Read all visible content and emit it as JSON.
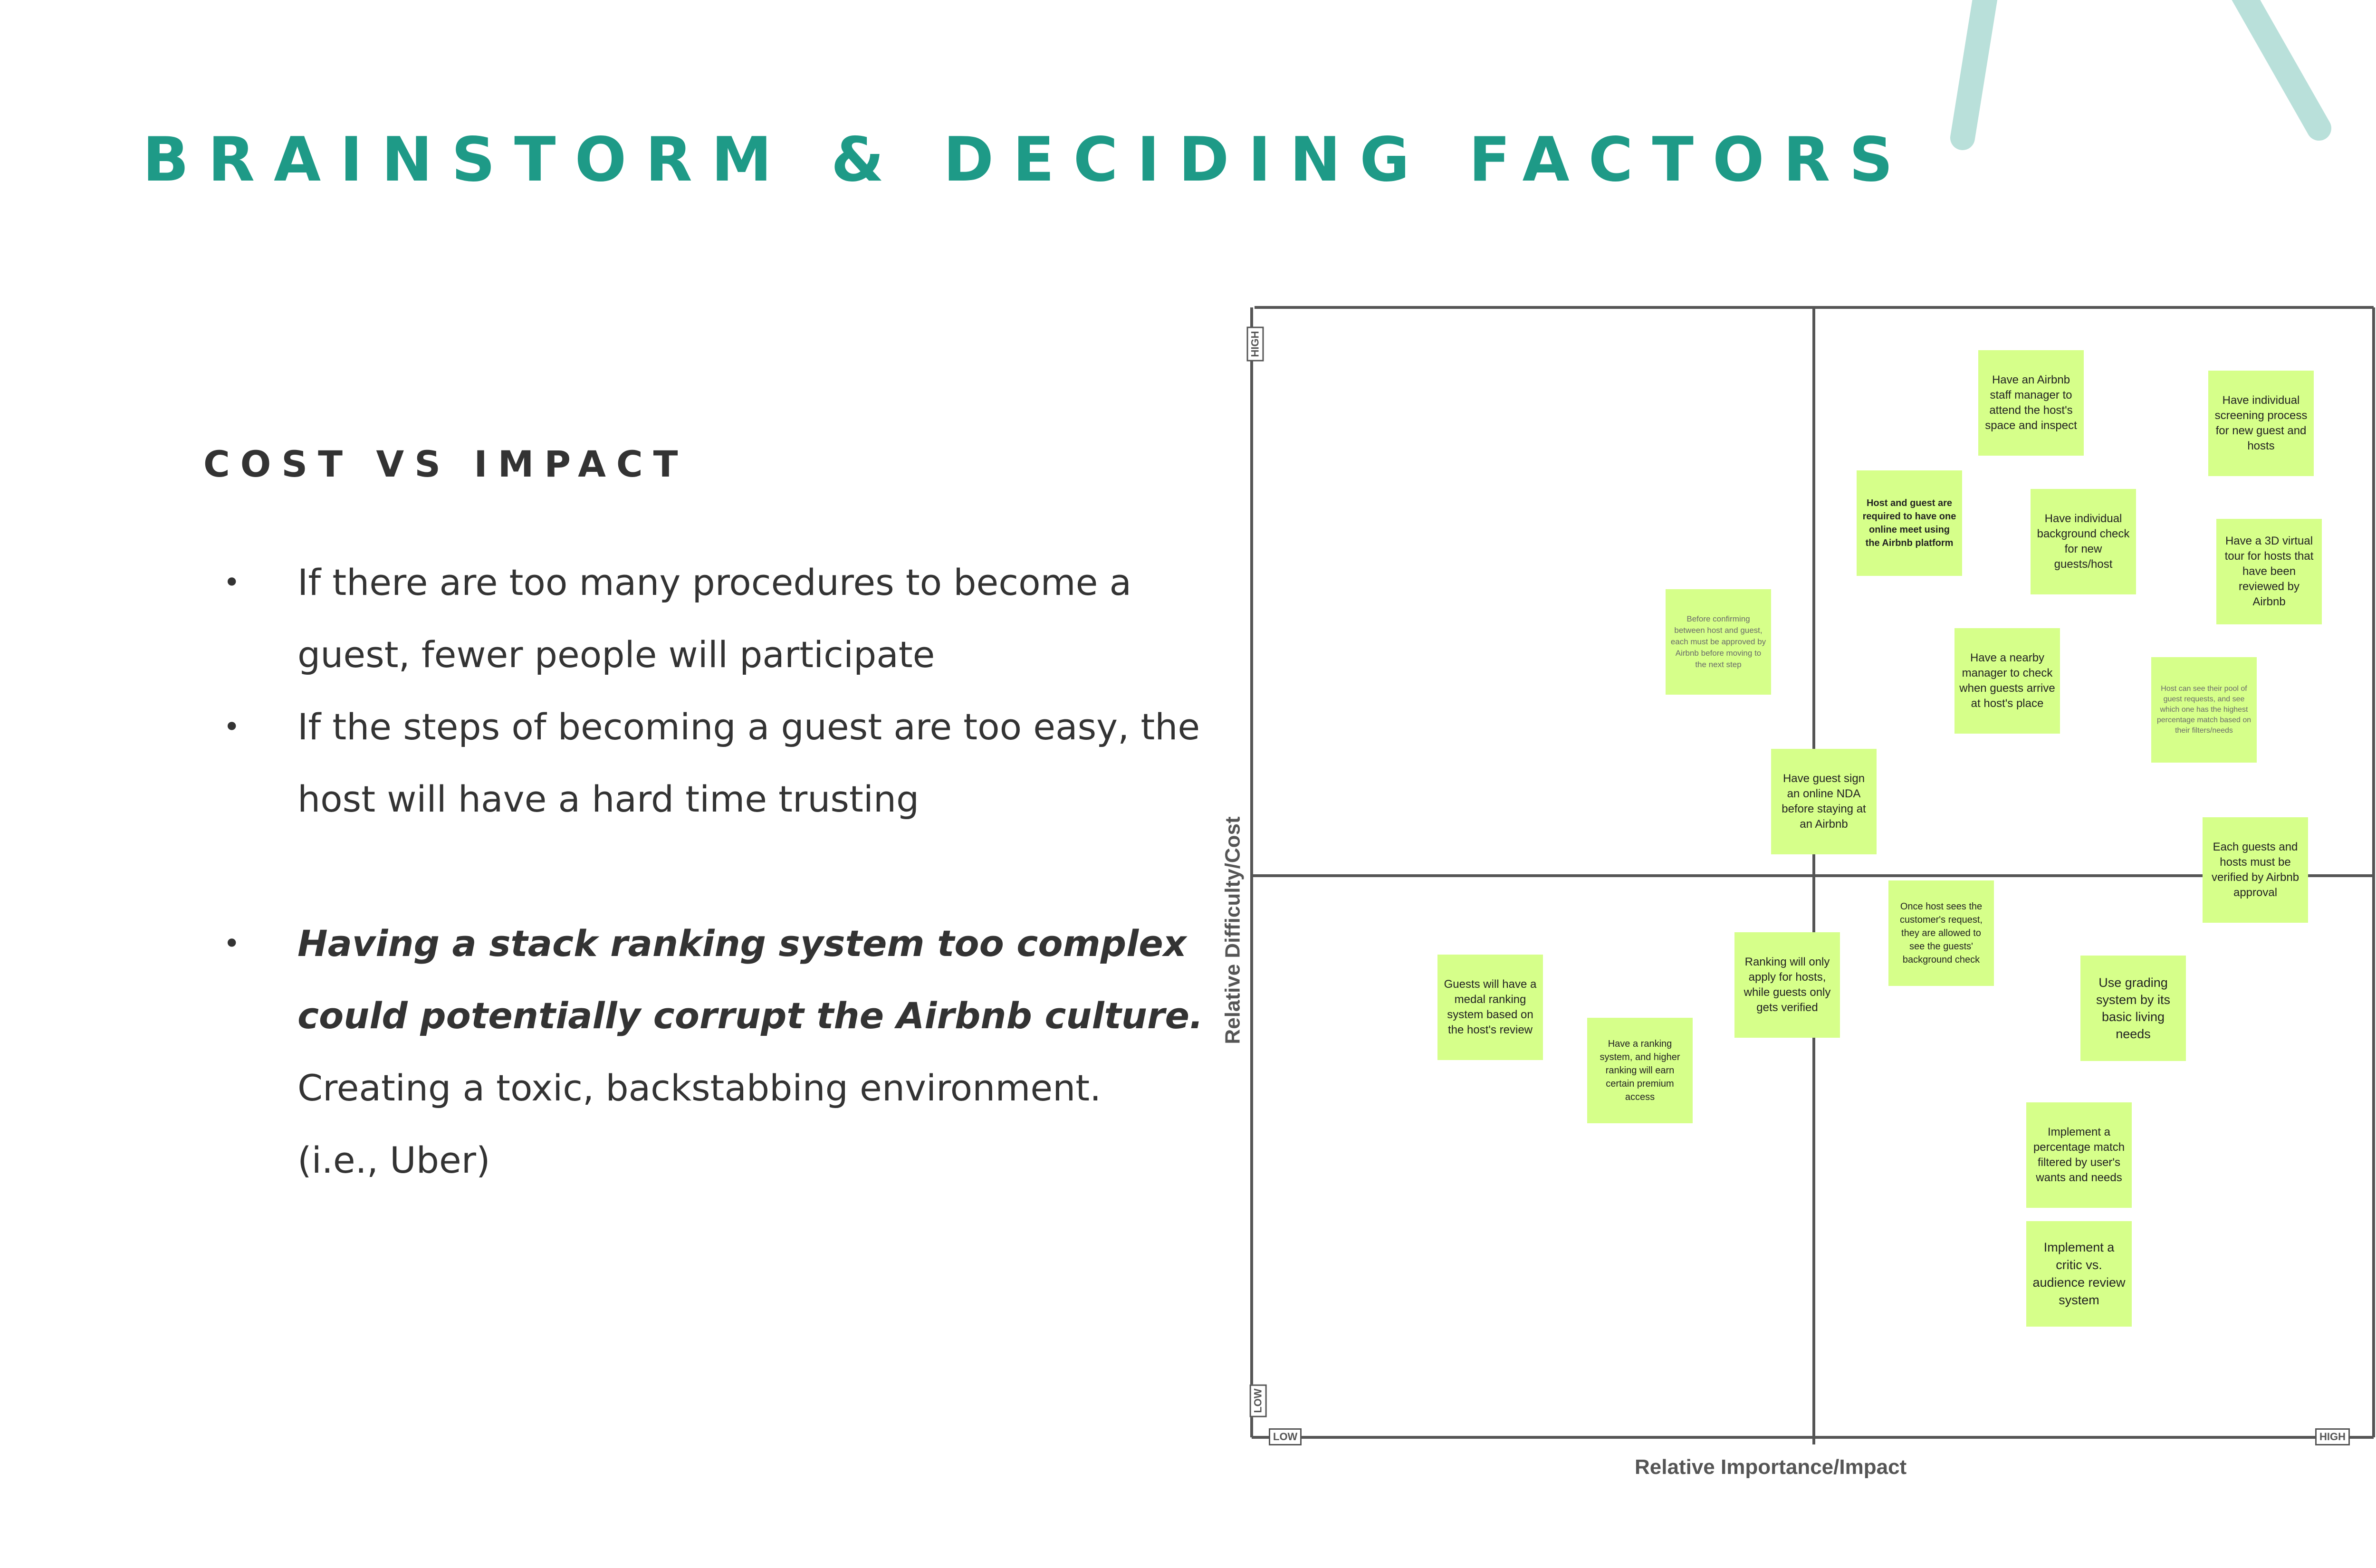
{
  "title": "BRAINSTORM & DECIDING FACTORS",
  "section_heading": "COST VS IMPACT",
  "bullets": [
    {
      "lines": [
        "If there are too many procedures to become a",
        "guest, fewer people will participate"
      ]
    },
    {
      "lines": [
        "If the steps of becoming a guest are too easy, the",
        "host will have a hard time trusting"
      ]
    }
  ],
  "emphasis_bullet": {
    "emphasis_lines": [
      "Having a stack ranking system too complex",
      "could potentially corrupt the Airbnb culture."
    ],
    "plain_lines": [
      "Creating a toxic, backstabbing environment.",
      "(i.e., Uber)"
    ]
  },
  "bullet_glyph": "•",
  "matrix": {
    "x_axis_title": "Relative Importance/Impact",
    "y_axis_title": "Relative Difficulty/Cost",
    "x_low": "LOW",
    "x_high": "HIGH",
    "y_low": "LOW",
    "y_high": "HIGH",
    "note_color": "#d6ff8a",
    "notes": [
      {
        "text": "Have an Airbnb staff manager to attend the host's space and inspect"
      },
      {
        "text": "Have individual screening process for new guest and hosts"
      },
      {
        "text": "Host and guest are required to have one online meet using the Airbnb platform"
      },
      {
        "text": "Have individual background check for new guests/host"
      },
      {
        "text": "Have a 3D virtual tour for hosts that have been reviewed by Airbnb"
      },
      {
        "text": "Before confirming between host and guest, each must be approved by Airbnb before moving to the next step"
      },
      {
        "text": "Have a nearby manager to check when guests arrive at host's place"
      },
      {
        "text": "Host can see their pool of guest requests, and see which one has the highest percentage match based on their filters/needs"
      },
      {
        "text": "Have guest sign an online NDA before staying at an Airbnb"
      },
      {
        "text": "Each guests and hosts must be verified by Airbnb approval"
      },
      {
        "text": "Once host sees the customer's request, they are allowed to see the guests' background check"
      },
      {
        "text": "Ranking will only apply for hosts, while guests only gets verified"
      },
      {
        "text": "Guests will have a medal ranking system based on the host's review"
      },
      {
        "text": "Use grading system by its basic living needs"
      },
      {
        "text": "Have a ranking system, and higher ranking will earn certain premium access"
      },
      {
        "text": "Implement a percentage match filtered by user's wants and needs"
      },
      {
        "text": "Implement a critic vs. audience review system"
      }
    ]
  },
  "colors": {
    "title": "#1e9a87",
    "text": "#333333",
    "decoration": "#b9e0da",
    "axis": "#555555"
  }
}
